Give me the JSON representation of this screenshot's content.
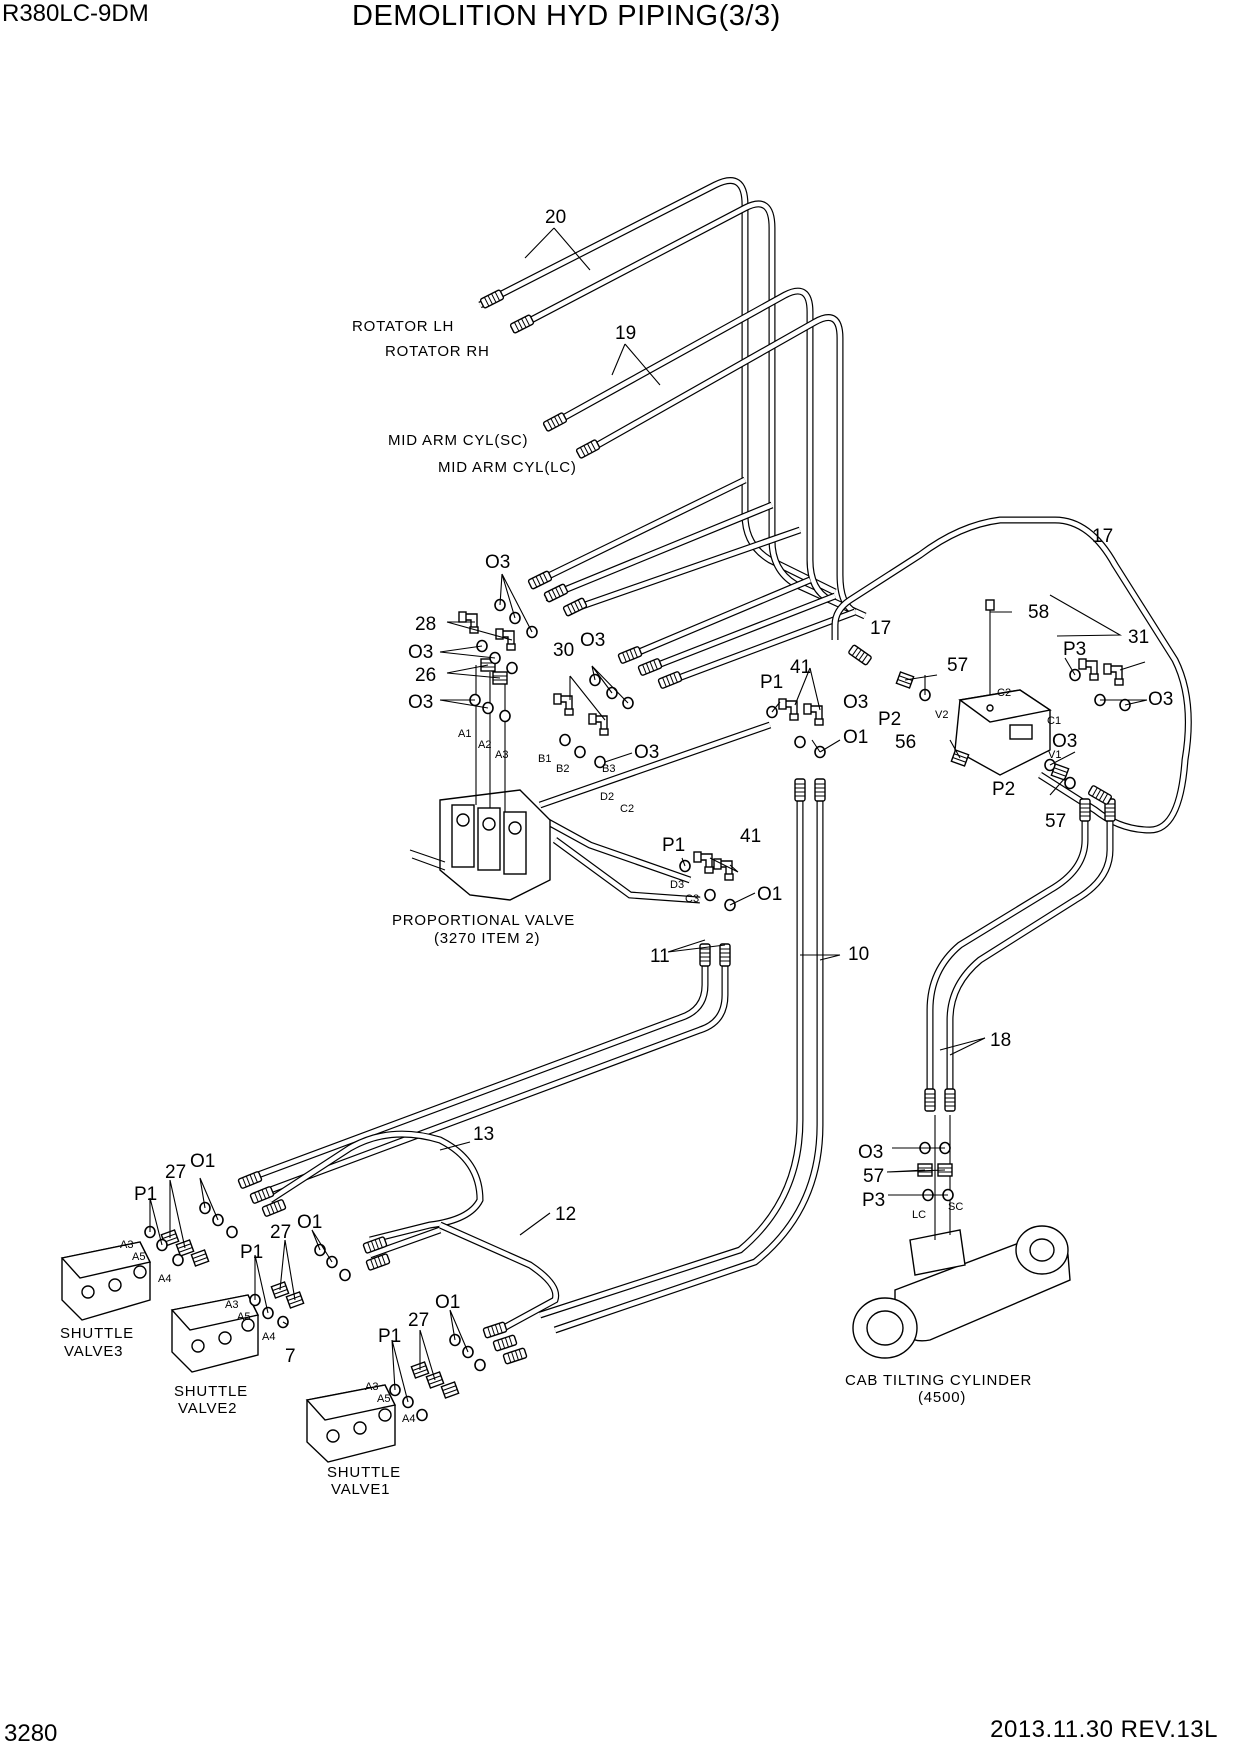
{
  "header": {
    "model": "R380LC-9DM",
    "title": "DEMOLITION HYD PIPING(3/3)"
  },
  "footer": {
    "page_number": "3280",
    "revision": "2013.11.30  REV.13L"
  },
  "labels": {
    "rotator_lh": "ROTATOR LH",
    "rotator_rh": "ROTATOR RH",
    "mid_arm_sc": "MID ARM CYL(SC)",
    "mid_arm_lc": "MID ARM CYL(LC)",
    "prop_valve_1": "PROPORTIONAL VALVE",
    "prop_valve_2": "(3270 ITEM 2)",
    "sv3_1": "SHUTTLE",
    "sv3_2": "VALVE3",
    "sv2_1": "SHUTTLE",
    "sv2_2": "VALVE2",
    "sv1_1": "SHUTTLE",
    "sv1_2": "VALVE1",
    "cab_1": "CAB TILTING CYLINDER",
    "cab_2": "(4500)"
  },
  "callouts": {
    "n20": "20",
    "n19": "19",
    "n17a": "17",
    "n17b": "17",
    "n58": "58",
    "n31": "31",
    "n57a": "57",
    "n57b": "57",
    "n57c": "57",
    "n56": "56",
    "n41a": "41",
    "n41b": "41",
    "n28": "28",
    "n26": "26",
    "n30": "30",
    "n10": "10",
    "n11": "11",
    "n18": "18",
    "n13": "13",
    "n12": "12",
    "n27a": "27",
    "n27b": "27",
    "n27c": "27",
    "n7": "7",
    "o3_1": "O3",
    "o3_2": "O3",
    "o3_3": "O3",
    "o3_4": "O3",
    "o3_5": "O3",
    "o3_6": "O3",
    "o3_7": "O3",
    "o3_8": "O3",
    "o3_9": "O3",
    "o1_1": "O1",
    "o1_2": "O1",
    "o1_3": "O1",
    "o1_4": "O1",
    "o1_5": "O1",
    "p1_1": "P1",
    "p1_2": "P1",
    "p1_3": "P1",
    "p1_4": "P1",
    "p1_5": "P1",
    "p2_1": "P2",
    "p2_2": "P2",
    "p3_1": "P3",
    "p3_2": "P3"
  },
  "ports": {
    "a1": "A1",
    "a2": "A2",
    "a3": "A3",
    "b1": "B1",
    "b2": "B2",
    "b3": "B3",
    "c2": "C2",
    "c3": "C3",
    "d2": "D2",
    "d3": "D3",
    "mc2": "C2",
    "mc1": "C1",
    "mv2": "V2",
    "mv1": "V1",
    "lc": "LC",
    "sc": "SC",
    "s3a3": "A3",
    "s3a5": "A5",
    "s3a4": "A4",
    "s2a3": "A3",
    "s2a5": "A5",
    "s2a4": "A4",
    "s1a3": "A3",
    "s1a5": "A5",
    "s1a4": "A4"
  }
}
